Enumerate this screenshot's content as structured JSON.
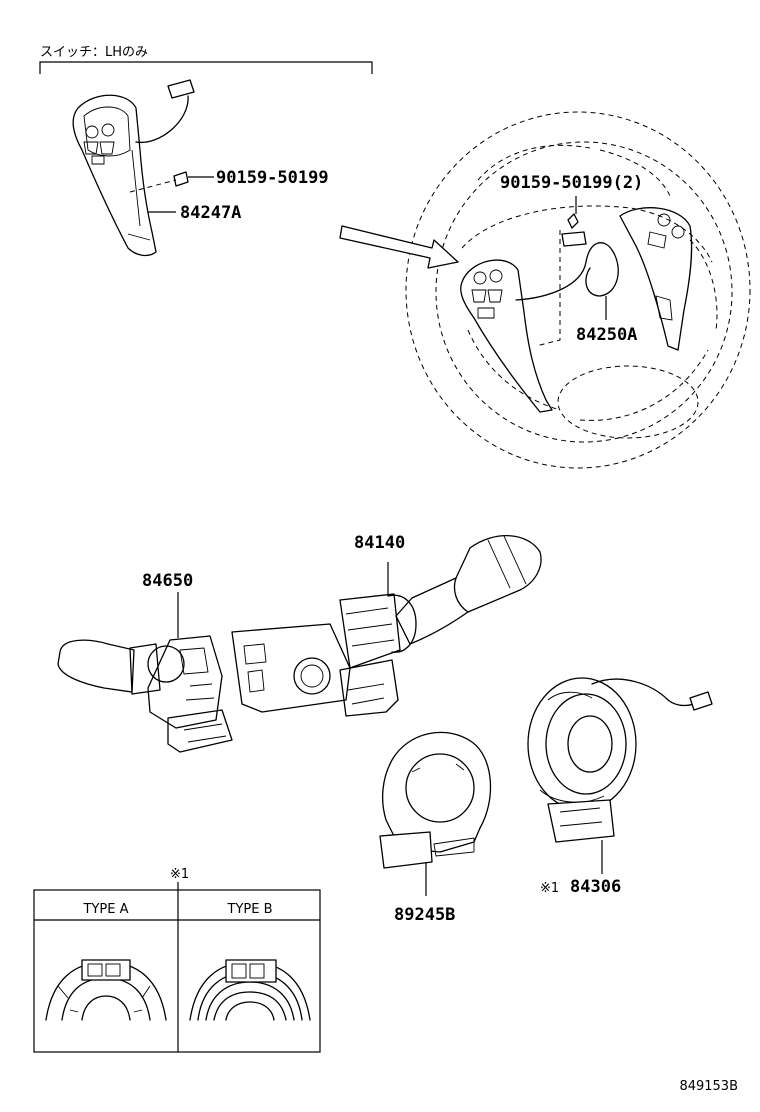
{
  "diagram": {
    "header_note": "スイッチ：LHのみ",
    "parts": {
      "screw_single": "90159-50199",
      "lh_switch": "84247A",
      "screw_double": "90159-50199(2)",
      "wheel_switch": "84250A",
      "wiper_switch": "84140",
      "turn_switch": "84650",
      "sensor": "89245B",
      "spiral_cable": "84306"
    },
    "spiral_cable_mark": "※1",
    "detail_mark": "※1",
    "detail_table": {
      "type_a": "TYPE A",
      "type_b": "TYPE B"
    },
    "figure_code": "849153B"
  }
}
